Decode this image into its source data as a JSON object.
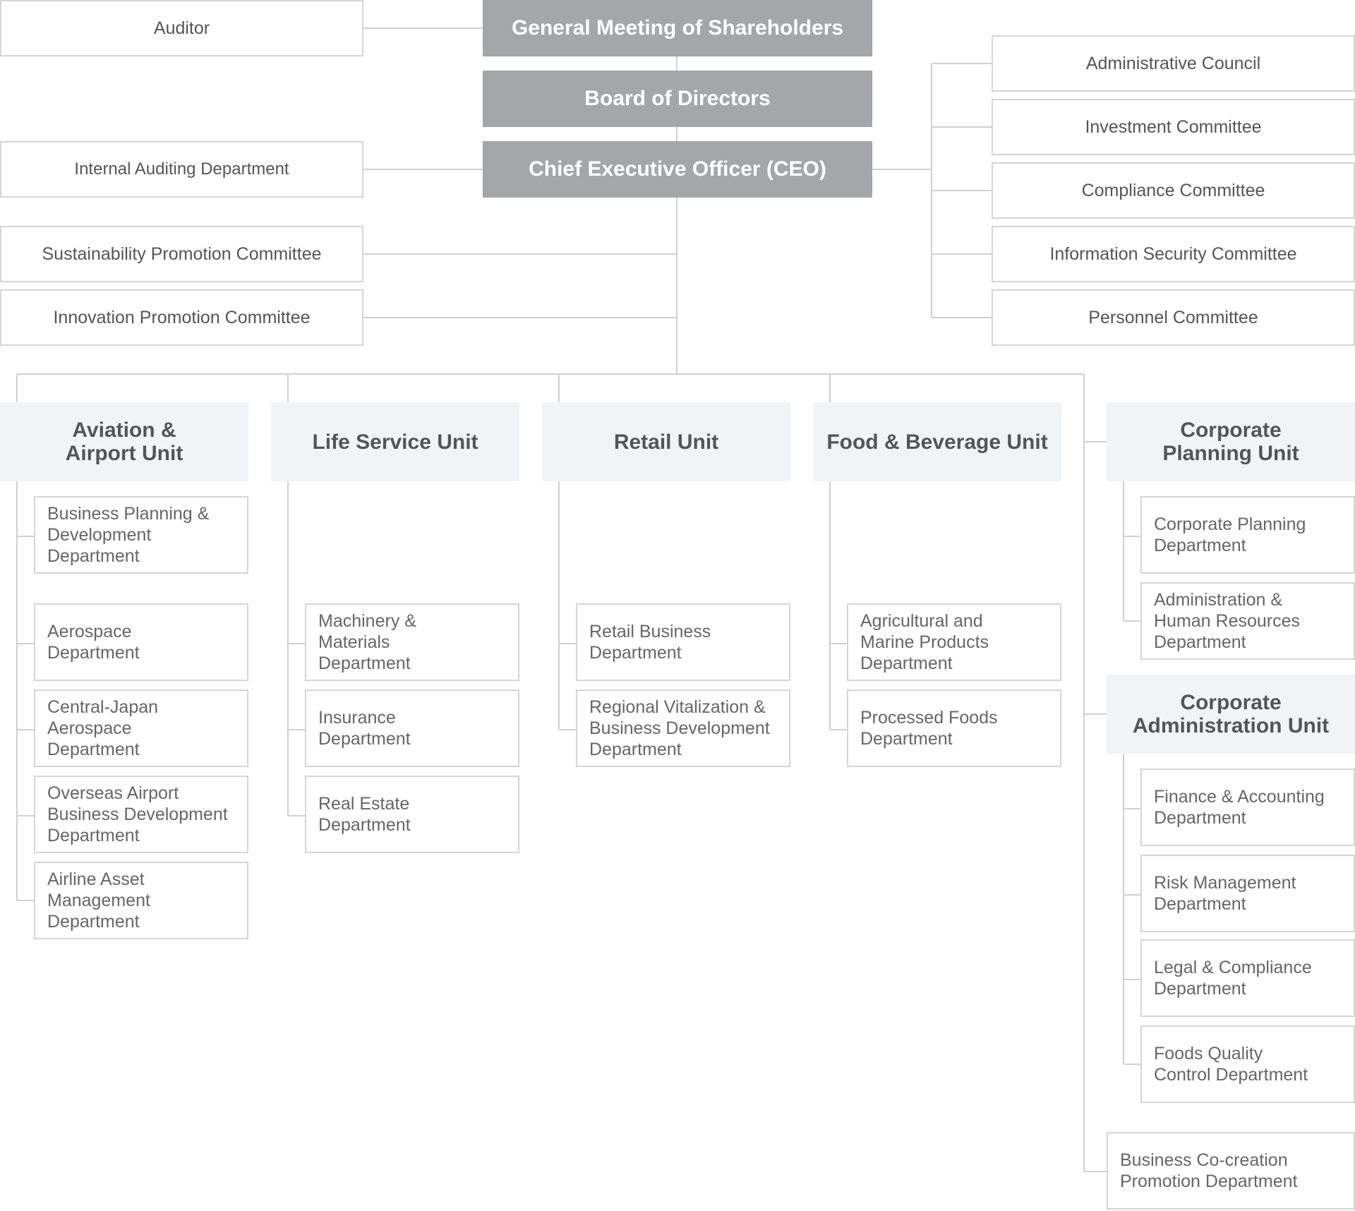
{
  "top": {
    "shareholders": "General Meeting of Shareholders",
    "board": "Board of Directors",
    "ceo": "Chief Executive Officer (CEO)"
  },
  "left": {
    "auditor": "Auditor",
    "internal_auditing": "Internal Auditing Department",
    "sustainability": "Sustainability Promotion Committee",
    "innovation": "Innovation Promotion Committee"
  },
  "committees": [
    "Administrative Council",
    "Investment Committee",
    "Compliance Committee",
    "Information Security Committee",
    "Personnel Committee"
  ],
  "units": {
    "aviation": {
      "name": "Aviation &\nAirport Unit",
      "departments": [
        "Business Planning &\nDevelopment\nDepartment",
        "Aerospace\nDepartment",
        "Central-Japan\nAerospace\nDepartment",
        "Overseas Airport\nBusiness Development\nDepartment",
        "Airline Asset\nManagement\nDepartment"
      ]
    },
    "life_service": {
      "name": "Life Service Unit",
      "departments": [
        "Machinery &\nMaterials\nDepartment",
        "Insurance\nDepartment",
        "Real Estate\nDepartment"
      ]
    },
    "retail": {
      "name": "Retail Unit",
      "departments": [
        "Retail Business\nDepartment",
        "Regional Vitalization &\nBusiness Development\nDepartment"
      ]
    },
    "food_beverage": {
      "name": "Food & Beverage Unit",
      "departments": [
        "Agricultural and\nMarine Products\nDepartment",
        "Processed Foods\nDepartment"
      ]
    },
    "corporate_planning": {
      "name": "Corporate\nPlanning Unit",
      "departments": [
        "Corporate Planning\nDepartment",
        "Administration &\nHuman Resources\nDepartment"
      ]
    },
    "corporate_admin": {
      "name": "Corporate\nAdministration Unit",
      "departments": [
        "Finance & Accounting\nDepartment",
        "Risk Management\nDepartment",
        "Legal & Compliance\nDepartment",
        "Foods Quality\nControl Department"
      ]
    }
  },
  "business_cocreation": "Business Co-creation\nPromotion Department"
}
